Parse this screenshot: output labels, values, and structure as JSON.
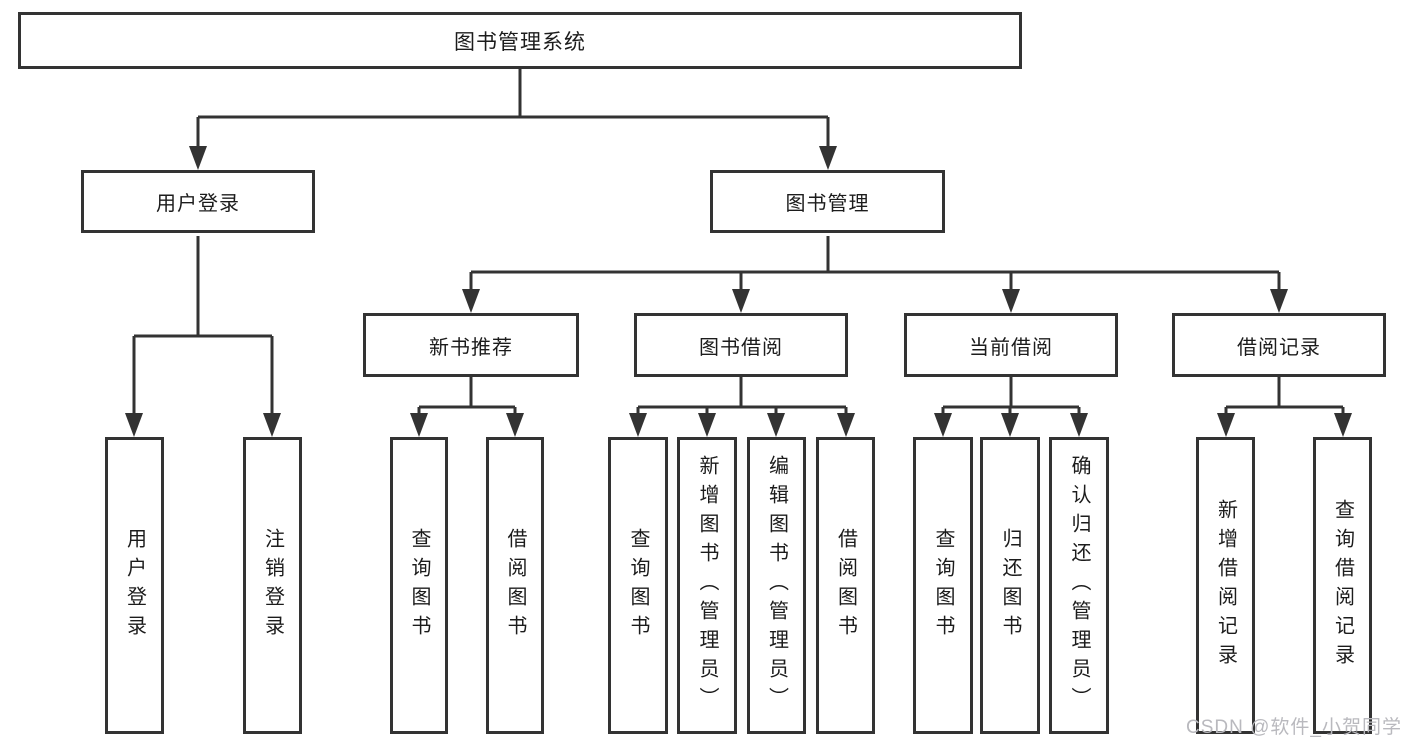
{
  "diagram": {
    "root": {
      "label": "图书管理系统"
    },
    "branches": [
      {
        "label": "用户登录",
        "children": [
          {
            "label": "用户登录"
          },
          {
            "label": "注销登录"
          }
        ]
      },
      {
        "label": "图书管理",
        "children": [
          {
            "label": "新书推荐",
            "children": [
              {
                "label": "查询图书"
              },
              {
                "label": "借阅图书"
              }
            ]
          },
          {
            "label": "图书借阅",
            "children": [
              {
                "label": "查询图书"
              },
              {
                "label": "新增图书（管理员）"
              },
              {
                "label": "编辑图书（管理员）"
              },
              {
                "label": "借阅图书"
              }
            ]
          },
          {
            "label": "当前借阅",
            "children": [
              {
                "label": "查询图书"
              },
              {
                "label": "归还图书"
              },
              {
                "label": "确认归还（管理员）"
              }
            ]
          },
          {
            "label": "借阅记录",
            "children": [
              {
                "label": "新增借阅记录"
              },
              {
                "label": "查询借阅记录"
              }
            ]
          }
        ]
      }
    ],
    "watermark": "CSDN @软件_小贺同学",
    "colors": {
      "line": "#333333",
      "text": "#1c1c1c",
      "background": "#ffffff",
      "watermark": "#b9b9be"
    }
  }
}
